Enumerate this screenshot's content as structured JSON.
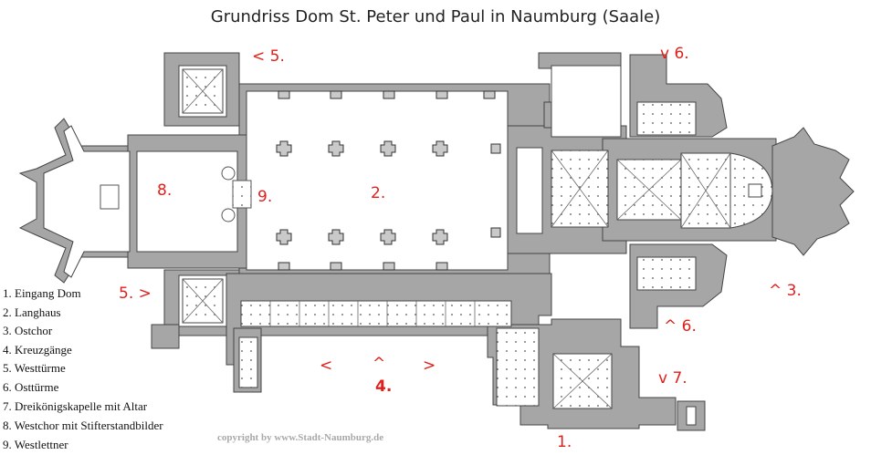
{
  "title": "Grundriss Dom St. Peter und Paul in Naumburg (Saale)",
  "labels": {
    "l1": "1.",
    "l2": "2.",
    "l3": "^ 3.",
    "l4": "4.",
    "l4_left": "<",
    "l4_up": "^",
    "l4_right": ">",
    "l5_north": "< 5.",
    "l5_south": "5. >",
    "l6_north": "v 6.",
    "l6_south": "^ 6.",
    "l7": "v 7.",
    "l8": "8.",
    "l9": "9."
  },
  "legend": [
    "1. Eingang Dom",
    "2. Langhaus",
    "3. Ostchor",
    "4. Kreuzgänge",
    "5. Westtürme",
    "6. Osttürme",
    "7. Dreikönigskapelle mit Altar",
    "8. Westchor mit Stifterstandbilder",
    "9. Westlettner"
  ],
  "copyright": "copyright   by   www.Stadt-Naumburg.de",
  "colors": {
    "wall": "#a6a6a6",
    "outline": "#444444",
    "label": "#e0201c"
  }
}
